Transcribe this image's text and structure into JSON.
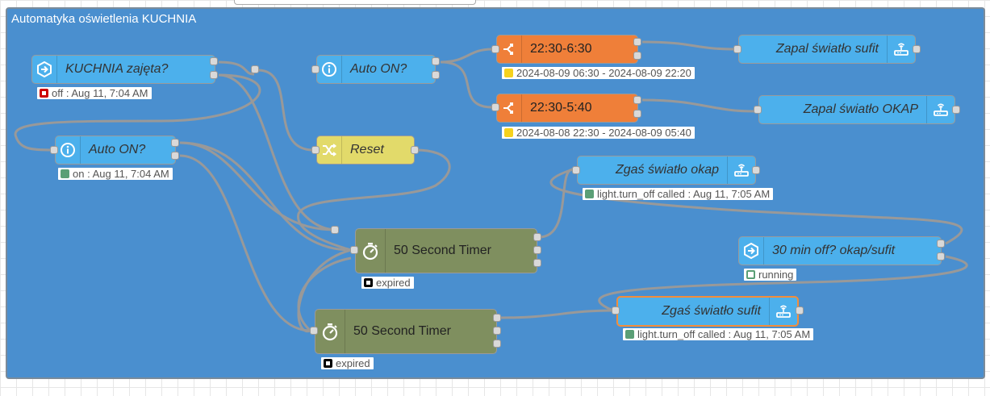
{
  "group": {
    "label": "Automatyka oświetlenia KUCHNIA"
  },
  "colors": {
    "group_bg": "#4a8fcf",
    "ha_node": "#4cb0ec",
    "switch_node": "#ef7f39",
    "change_node": "#e2da6a",
    "timer_node": "#7f8f5f"
  },
  "nodes": {
    "kuchnia": {
      "label": "KUCHNIA zajęta?",
      "icon": "arrow-right-hexagon-icon",
      "status": "off : Aug 11, 7:04 AM"
    },
    "auto_on_top": {
      "label": "Auto ON?",
      "icon": "info-icon"
    },
    "switch1": {
      "label": "22:30-6:30",
      "icon": "switch-icon",
      "status": "2024-08-09 06:30 - 2024-08-09 22:20"
    },
    "switch2": {
      "label": "22:30-5:40",
      "icon": "switch-icon",
      "status": "2024-08-08 22:30 - 2024-08-09 05:40"
    },
    "zapal_sufit": {
      "label": "Zapal światło sufit",
      "icon": "router-icon"
    },
    "zapal_okap": {
      "label": "Zapal światło OKAP",
      "icon": "router-icon"
    },
    "auto_on_left": {
      "label": "Auto ON?",
      "icon": "info-icon",
      "status": "on : Aug 11, 7:04 AM"
    },
    "reset": {
      "label": "Reset",
      "icon": "shuffle-icon"
    },
    "zgas_okap": {
      "label": "Zgaś światło okap",
      "icon": "router-icon",
      "status": "light.turn_off called : Aug 11, 7:05 AM"
    },
    "timer1": {
      "label": "50 Second Timer",
      "icon": "stopwatch-icon",
      "status": "expired"
    },
    "min30": {
      "label": "30 min off? okap/sufit",
      "icon": "arrow-right-hexagon-icon",
      "status": "running"
    },
    "timer2": {
      "label": "50 Second Timer",
      "icon": "stopwatch-icon",
      "status": "expired"
    },
    "zgas_sufit": {
      "label": "Zgaś światło sufit",
      "icon": "router-icon",
      "status": "light.turn_off called : Aug 11, 7:05 AM"
    }
  }
}
